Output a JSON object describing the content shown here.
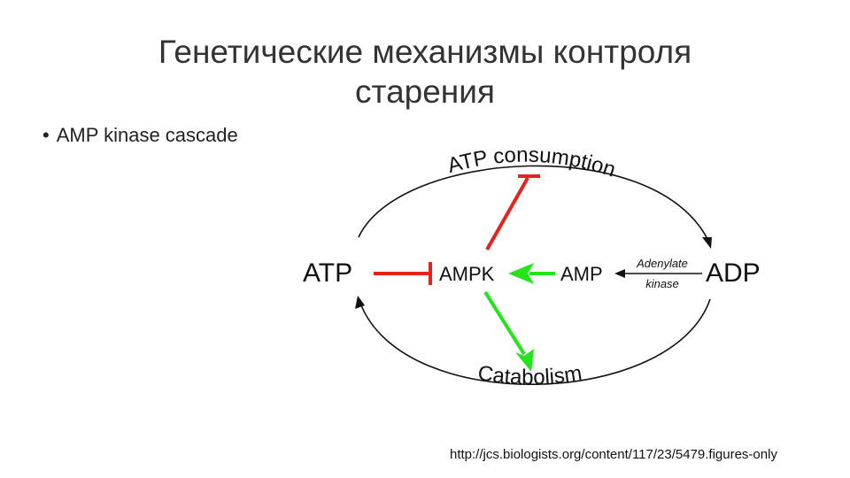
{
  "slide": {
    "title_line1": "Генетические механизмы контроля",
    "title_line2": "старения",
    "bullet": "AMP kinase cascade",
    "source_url": "http://jcs.biologists.org/content/117/23/5479.figures-only"
  },
  "diagram": {
    "nodes": {
      "atp": "ATP",
      "ampk": "AMPK",
      "amp": "AMP",
      "adp": "ADP",
      "atp_consumption": "ATP consumption",
      "catabolism": "Catabolism",
      "enzyme_line1": "Adenylate",
      "enzyme_line2": "kinase"
    },
    "colors": {
      "inhibition": "#e8211d",
      "activation": "#22e61b",
      "cycle": "#111111"
    }
  }
}
